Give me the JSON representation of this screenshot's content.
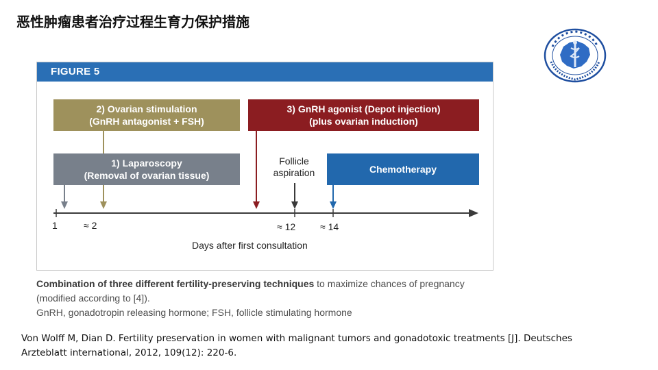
{
  "slide": {
    "title": "恶性肿瘤患者治疗过程生育力保护措施"
  },
  "seal": {
    "text": "全国肿瘤登记",
    "colors": {
      "ring": "#1f4fa0",
      "map": "#2f6cc4",
      "emblem": "#dfe9f7"
    }
  },
  "figure": {
    "label": "FIGURE 5",
    "colors": {
      "header": "#2a6fb5",
      "ovarian": "#9e915c",
      "gnrh": "#8b1d21",
      "laparoscopy": "#78808b",
      "chemotherapy": "#2268ad",
      "axis": "#3a3a3a"
    },
    "boxes": {
      "ovarian": {
        "line1": "2) Ovarian stimulation",
        "line2": "(GnRH antagonist + FSH)"
      },
      "gnrh": {
        "line1": "3) GnRH agonist (Depot injection)",
        "line2": "(plus ovarian induction)"
      },
      "laparoscopy": {
        "line1": "1) Laparoscopy",
        "line2": "(Removal of ovarian tissue)"
      },
      "chemotherapy": {
        "line1": "Chemotherapy"
      }
    },
    "follicle": {
      "line1": "Follicle",
      "line2": "aspiration"
    },
    "timeline": {
      "ticks": {
        "t1": "1",
        "t2": "≈ 2",
        "t12": "≈ 12",
        "t14": "≈ 14"
      },
      "axis_title": "Days after first consultation"
    }
  },
  "caption": {
    "bold": "Combination of three different fertility-preserving techniques",
    "rest": " to maximize chances of pregnancy (modified according to [4]).",
    "abbrev": "GnRH, gonadotropin releasing hormone; FSH, follicle stimulating hormone"
  },
  "citation": {
    "line1": "Von Wolff M, Dian D. Fertility preservation in women with malignant tumors and gonadotoxic treatments [J]. Deutsches",
    "line2": "Arzteblatt international, 2012, 109(12): 220-6."
  }
}
